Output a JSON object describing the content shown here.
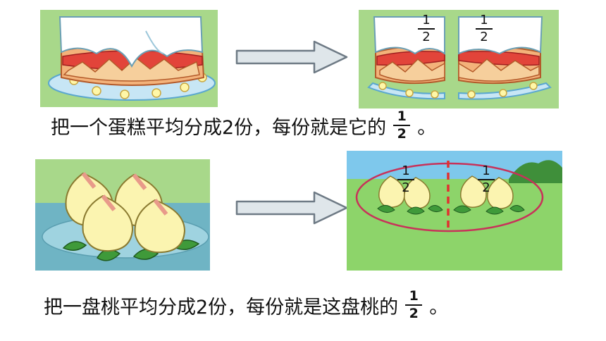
{
  "sentence1": {
    "text": "把一个蛋糕平均分成2份，每份就是它的",
    "frac_num": "1",
    "frac_den": "2",
    "end": "。"
  },
  "sentence2": {
    "text": "把一盘桃平均分成2份，每份就是这盘桃的",
    "frac_num": "1",
    "frac_den": "2",
    "end": "。"
  },
  "cake_split_labels": [
    {
      "num": "1",
      "den": "2"
    },
    {
      "num": "1",
      "den": "2"
    }
  ],
  "peach_split_labels": [
    {
      "num": "1",
      "den": "2"
    },
    {
      "num": "1",
      "den": "2"
    }
  ],
  "icons": {
    "arrow": "right-arrow-icon",
    "cake": "cake-illustration",
    "peach": "peach-illustration"
  },
  "colors": {
    "panel_green": "#a8d88a",
    "divider_red": "#e23030",
    "ellipse_red": "#c8325a",
    "arrow_fill": "#dfe6ea",
    "arrow_stroke": "#6e7a85"
  }
}
